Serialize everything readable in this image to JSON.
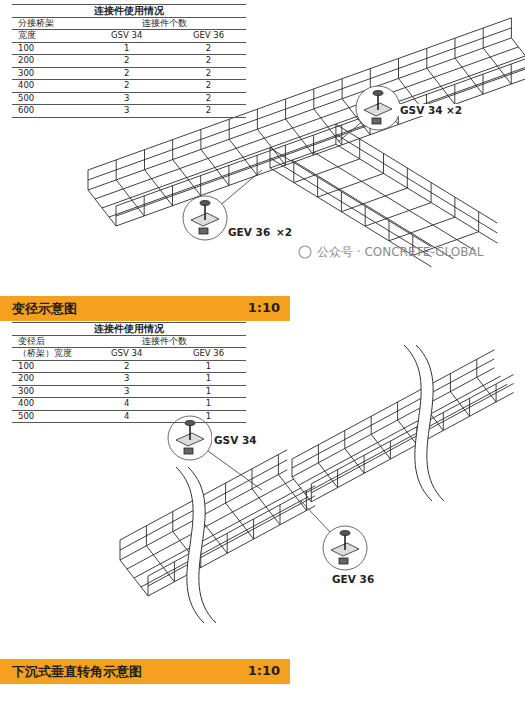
{
  "diagram": {
    "nodes": [
      {
        "text": [
          "变径示意图",
          "1:10"
        ]
      },
      {
        "text": [
          "下沉式垂直转角示意图",
          "1:10"
        ]
      }
    ],
    "labels": [
      "连接件使用情况",
      "分接桥架",
      "连接件个数",
      "宽度",
      "GSV 34",
      "GEV 36",
      "100",
      "1",
      "2",
      "200",
      "2",
      "2",
      "300",
      "2",
      "2",
      "400",
      "2",
      "2",
      "500",
      "3",
      "2",
      "600",
      "3",
      "2",
      "GSV 34",
      "×2",
      "GEV 36",
      "×2",
      "公众号 · CONCRETE-GLOBAL",
      "连接件使用情况",
      "变径后",
      "连接件个数",
      "（桥架）宽度",
      "GSV 34",
      "GEV 36",
      "100",
      "2",
      "1",
      "200",
      "3",
      "1",
      "300",
      "3",
      "1",
      "400",
      "4",
      "1",
      "500",
      "4",
      "1",
      "GSV 34",
      "GEV 36"
    ]
  }
}
